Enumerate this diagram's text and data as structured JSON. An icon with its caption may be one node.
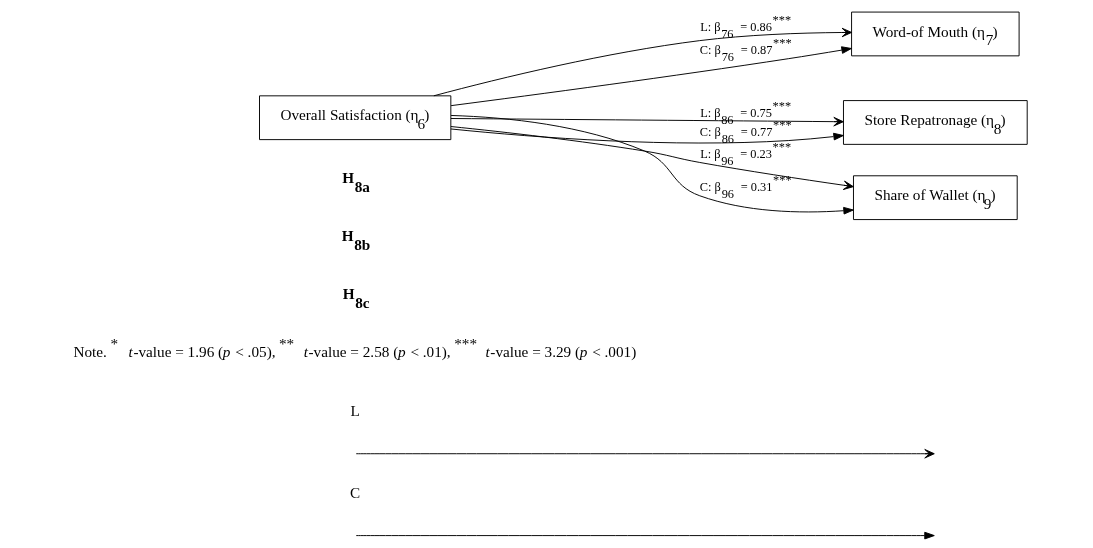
{
  "diagram": {
    "nodes": [
      {
        "text": [
          "Overall Satisfaction (η$_{6}$)"
        ]
      },
      {
        "text": [
          "Word-of Mouth (η$_{7}$)"
        ]
      },
      {
        "text": [
          "Store Repatronage (η$_{8}$)"
        ]
      },
      {
        "text": [
          "Share of Wallet (η$_{9}$)"
        ]
      }
    ],
    "edges": [
      {
        "from": 0,
        "to": 1,
        "arrow": "to",
        "label": "L: β$_{76}$ = 0.86$^{***}$"
      },
      {
        "from": 0,
        "to": 1,
        "arrow": "to",
        "label": "C: β$_{76}$ = 0.87$^{***}$"
      },
      {
        "from": 0,
        "to": 2,
        "arrow": "to",
        "label": "L: β$_{86}$ = 0.75$^{***}$"
      },
      {
        "from": 0,
        "to": 2,
        "arrow": "to",
        "label": "C: β$_{86}$ = 0.77$^{***}$"
      },
      {
        "from": 0,
        "to": 3,
        "arrow": "to",
        "label": "L: β$_{96}$ = 0.23$^{***}$"
      },
      {
        "from": 0,
        "to": 3,
        "arrow": "to",
        "label": "C: β$_{96}$ = 0.31$^{***}$"
      }
    ],
    "labels": [
      "**H$_{8a}$**",
      "**H$_{8b}$**",
      "**H$_{8c}$**",
      "Note. $^{*}$ *t*-value = 1.96 (*p* < .05), $^{**}$ *t*-value = 2.58 (*p* < .01), $^{***}$ *t*-value = 3.29 (*p* < .001)"
    ],
    "legend": [
      {
        "text": "L"
      },
      {
        "text": "C"
      }
    ]
  }
}
